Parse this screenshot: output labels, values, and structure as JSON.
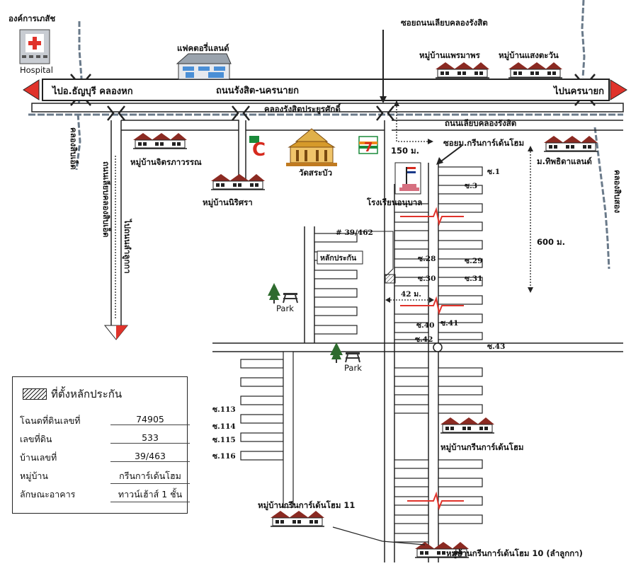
{
  "hospital": {
    "name": "องค์การเภสัช",
    "label": "Hospital"
  },
  "landmarks": {
    "factory": "แฟคตอรี่แลนด์",
    "temple": "วัดสระบัว",
    "school": "โรงเรียนอนุบาล",
    "park1": "Park",
    "park2": "Park",
    "bigc_logo": "C",
    "seven_logo": "7"
  },
  "roads": {
    "main_road": "ถนนรังสิต-นครนายก",
    "to_west": "ไปอ.ธัญบุรี คลองหก",
    "to_east": "ไปนครนายก",
    "khlong_road_top": "ซอยถนนเลียบคลองรังสิต",
    "khlong_rangsit_prayurasakdi": "คลองรังสิตประยูรศักดิ์",
    "lieb_khlong_rangsit": "ถนนเลียบคลองรังสิต",
    "soi_green_garden": "ซอยม.กรีนการ์เด้นโฮม",
    "lieb_khlong_sip_et": "ถนนเลียบคลองสิบเอ็ด",
    "to_lam_luk_ka": "ไปถนนลำลูกกา",
    "khlong_sip_et": "คลองสิบเอ็ด",
    "khlong_sip_song": "คลองสิบสอง"
  },
  "villages": {
    "phraemaphon": "หมู่บ้านแพรมาพร",
    "saeng_tawan": "หมู่บ้านแสงตะวัน",
    "chit_phawan": "หมู่บ้านจิตรภาวรรณ",
    "nirisara": "หมู่บ้านนิริศรา",
    "thiphida": "ม.ทิพธิดาแลนด์",
    "green_garden": "หมู่บ้านกรีนการ์เด้นโฮม",
    "green_garden_11": "หมู่บ้านกรีนการ์เด้นโฮม 11",
    "green_garden_10": "หมู่บ้านกรีนการ์เด้นโฮม 10 (ลำลูกกา)"
  },
  "distances": {
    "d150": "150 ม.",
    "d600": "600 ม.",
    "d42": "42 ม."
  },
  "target": {
    "house_no": "# 39/462",
    "label": "หลักประกัน"
  },
  "sois": {
    "s1": "ซ.1",
    "s3": "ซ.3",
    "s28": "ซ.28",
    "s29": "ซ.29",
    "s30": "ซ.30",
    "s31": "ซ.31",
    "s40": "ซ.40",
    "s41": "ซ.41",
    "s42": "ซ.42",
    "s43": "ซ.43",
    "s113": "ซ.113",
    "s114": "ซ.114",
    "s115": "ซ.115",
    "s116": "ซ.116"
  },
  "legend": {
    "title": "ที่ตั้งหลักประกัน",
    "rows": [
      {
        "label": "โฉนดที่ดินเลขที่",
        "value": "74905"
      },
      {
        "label": "เลขที่ดิน",
        "value": "533"
      },
      {
        "label": "บ้านเลขที่",
        "value": "39/463"
      },
      {
        "label": "หมู่บ้าน",
        "value": "กรีนการ์เด้นโฮม"
      },
      {
        "label": "ลักษณะอาคาร",
        "value": "ทาวน์เฮ้าส์ 1 ชั้น"
      }
    ]
  },
  "colors": {
    "arrow_red": "#e0332b",
    "river": "#6a7a8a",
    "roof": "#8b2a22",
    "bigc": "#d62a1e",
    "seven_green": "#1a8a3a"
  }
}
